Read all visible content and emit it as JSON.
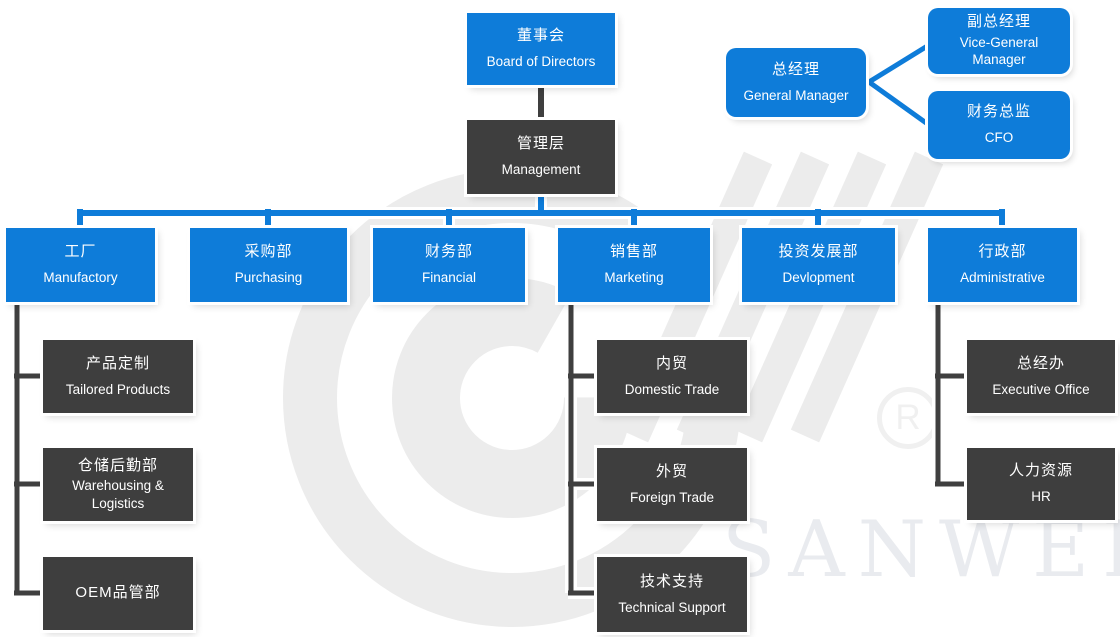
{
  "org": {
    "board": {
      "zh": "董事会",
      "en": "Board of Directors"
    },
    "management": {
      "zh": "管理层",
      "en": "Management"
    },
    "general_manager": {
      "zh": "总经理",
      "en": "General Manager"
    },
    "vice_general_manager": {
      "zh": "副总经理",
      "en": "Vice-General Manager"
    },
    "cfo": {
      "zh": "财务总监",
      "en": "CFO"
    },
    "departments": [
      {
        "zh": "工厂",
        "en": "Manufactory"
      },
      {
        "zh": "采购部",
        "en": "Purchasing"
      },
      {
        "zh": "财务部",
        "en": "Financial"
      },
      {
        "zh": "销售部",
        "en": "Marketing"
      },
      {
        "zh": "投资发展部",
        "en": "Devlopment"
      },
      {
        "zh": "行政部",
        "en": "Administrative"
      }
    ],
    "manufactory_children": [
      {
        "zh": "产品定制",
        "en": "Tailored Products"
      },
      {
        "zh": "仓储后勤部",
        "en": "Warehousing & Logistics"
      },
      {
        "zh": "OEM品管部",
        "en": ""
      }
    ],
    "marketing_children": [
      {
        "zh": "内贸",
        "en": "Domestic Trade"
      },
      {
        "zh": "外贸",
        "en": "Foreign Trade"
      },
      {
        "zh": "技术支持",
        "en": "Technical Support"
      }
    ],
    "administrative_children": [
      {
        "zh": "总经办",
        "en": "Executive Office"
      },
      {
        "zh": "人力资源",
        "en": "HR"
      }
    ]
  },
  "watermark": {
    "registered_mark": "R",
    "brand": "SANWEI"
  },
  "colors": {
    "primary_blue": "#0e7cd9",
    "dark_gray": "#3e3e3e",
    "watermark_gray": "#ececec",
    "watermark_text": "#e9ebef"
  }
}
